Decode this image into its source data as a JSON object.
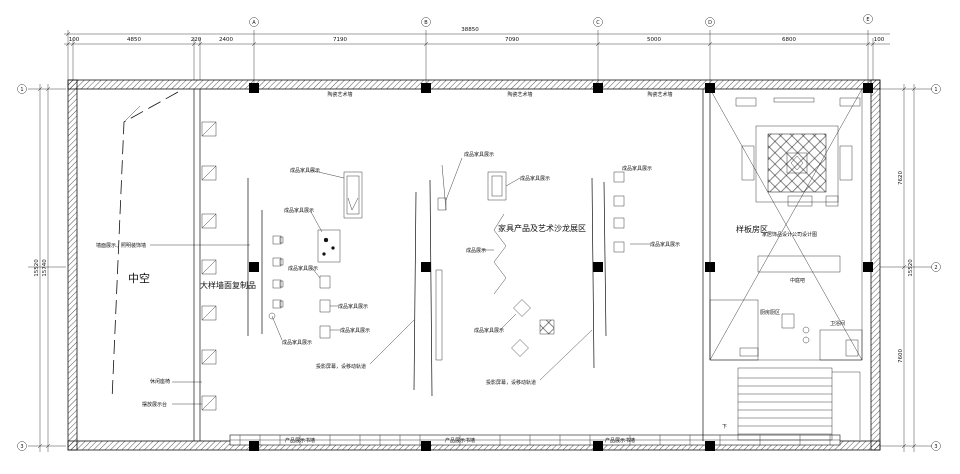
{
  "axes_top": [
    "A",
    "B",
    "C",
    "D",
    "E"
  ],
  "axes_side": [
    "1",
    "2",
    "3"
  ],
  "dimensions": {
    "overall": "38850",
    "segments": [
      "100",
      "4850",
      "220",
      "2400",
      "7190",
      "7090",
      "5000",
      "6800",
      "100"
    ],
    "left_total_a": "15520",
    "left_total_b": "15740",
    "right_top": "7620",
    "right_bottom": "7600",
    "right_total": "15520"
  },
  "labels": {
    "void": "中空",
    "mural": "大样墙面复制品",
    "furniture_area": "家具产品及艺术沙龙展区",
    "sample_room": "样板房区",
    "sample_room_sub": "家居饰品设计公司设计图",
    "bar": "中庭吧",
    "bath": "卫浴间",
    "washroom": "厨房厨区",
    "stair_down": "下",
    "wall_top_1": "陶瓷艺术墙",
    "wall_top_2": "陶瓷艺术墙",
    "wall_top_3": "陶瓷艺术墙",
    "wall_bottom_1": "产品展示书墙",
    "wall_bottom_2": "产品展示书墙",
    "wall_bottom_3": "产品展示书墙",
    "left_note_1": "墙面展示、照明装饰墙",
    "left_note_2": "休闲座椅",
    "left_note_3": "摆放展示台",
    "screen_note_1": "投影屏幕，设移动轨道",
    "screen_note_2": "投影屏幕，设移动轨道",
    "item_1": "成品家具展示",
    "item_2": "成品家具展示",
    "item_3": "成品家具展示",
    "item_4": "成品家具展示",
    "item_5": "成品家具展示",
    "item_6": "成品家具展示",
    "item_7": "成品家具展示",
    "item_8": "成品家具展示",
    "item_9": "成品家具展示",
    "item_10": "成品家具展示",
    "item_11": "成品展示",
    "item_12": "成品家具展示"
  }
}
